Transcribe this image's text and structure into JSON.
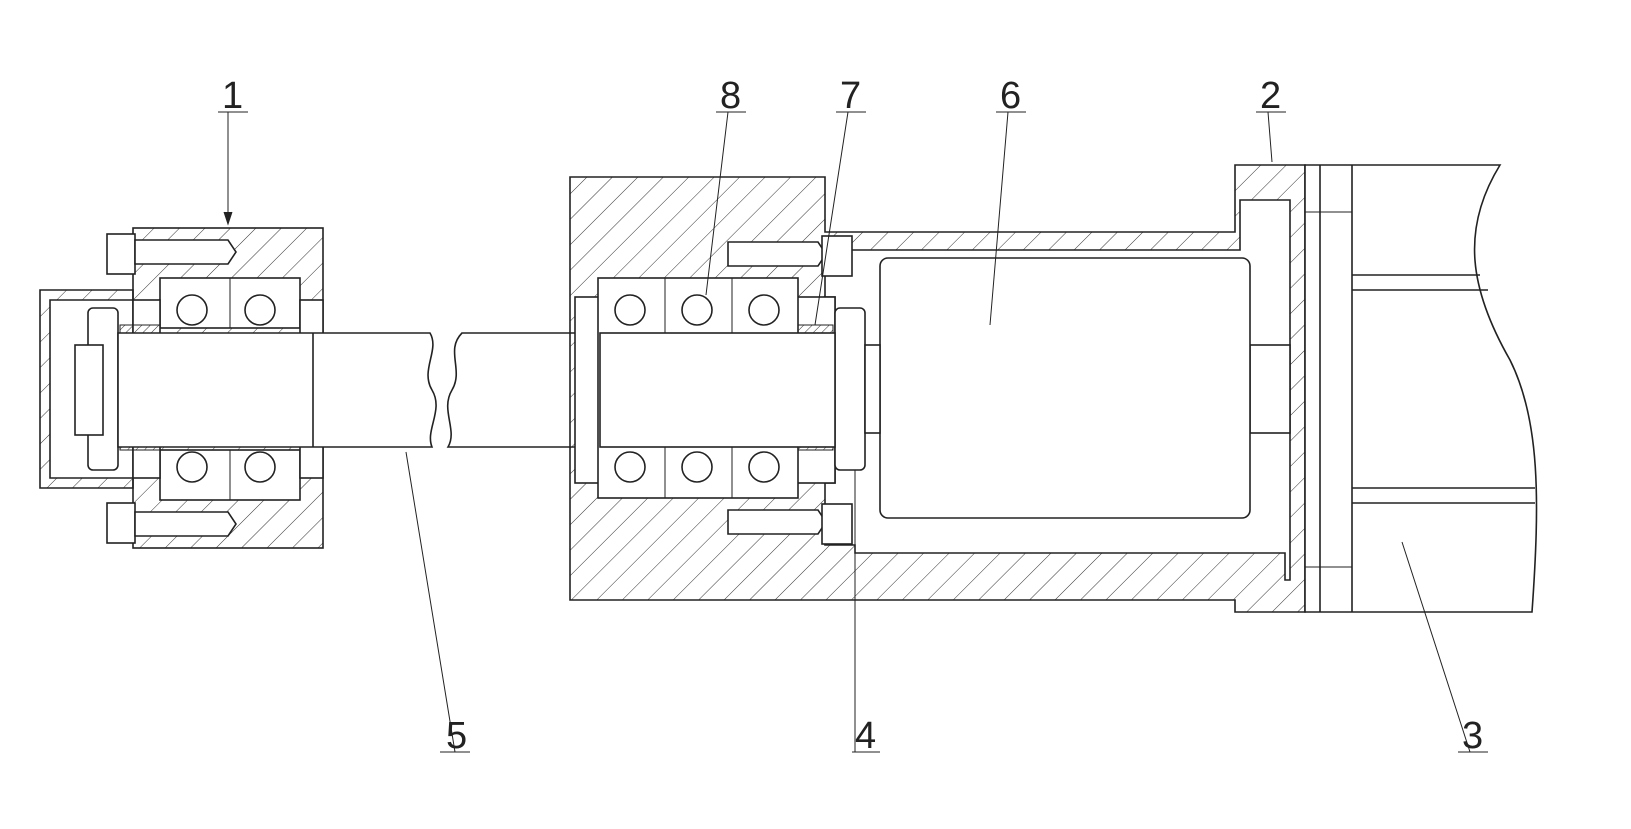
{
  "labels": {
    "part1": "1",
    "part2": "2",
    "part3": "3",
    "part4": "4",
    "part5": "5",
    "part6": "6",
    "part7": "7",
    "part8": "8"
  },
  "colors": {
    "line": "#222222",
    "background": "#ffffff"
  }
}
